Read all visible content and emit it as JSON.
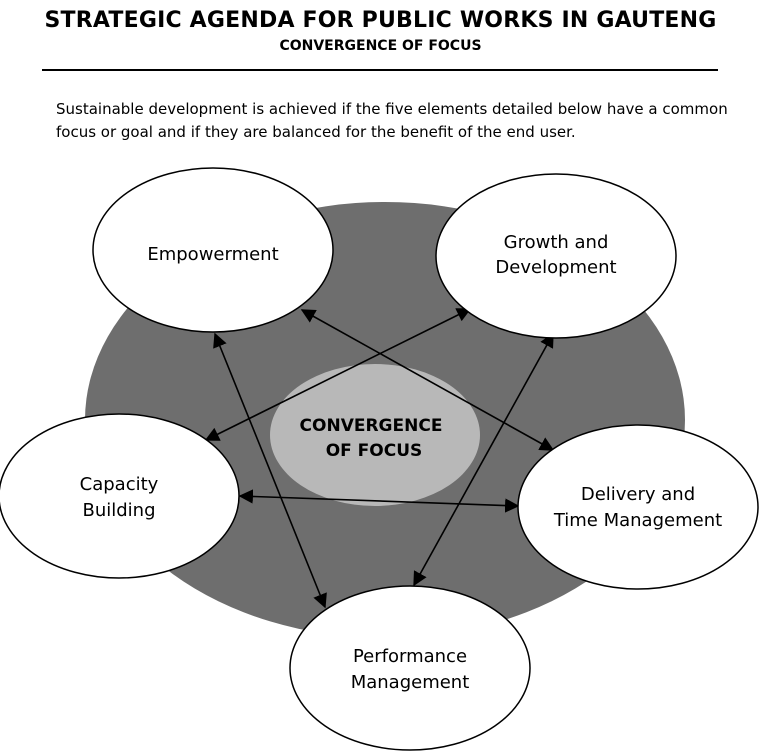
{
  "header": {
    "title": "STRATEGIC AGENDA FOR PUBLIC WORKS IN GAUTENG",
    "subtitle": "CONVERGENCE OF FOCUS"
  },
  "intro_text": "Sustainable development is achieved if the five elements detailed below have a common focus or goal and if they are balanced for the benefit of the end user.",
  "diagram": {
    "center_lines": [
      "CONVERGENCE",
      "OF FOCUS"
    ],
    "nodes": {
      "empowerment": [
        "Empowerment"
      ],
      "growth": [
        "Growth and",
        "Development"
      ],
      "capacity": [
        "Capacity",
        "Building"
      ],
      "delivery": [
        "Delivery and",
        "Time Management"
      ],
      "performance": [
        "Performance",
        "Management"
      ]
    },
    "colors": {
      "outer_disc": "#6e6e6e",
      "center_disc": "#b8b8b8",
      "node_fill": "#ffffff",
      "stroke": "#000000"
    }
  }
}
